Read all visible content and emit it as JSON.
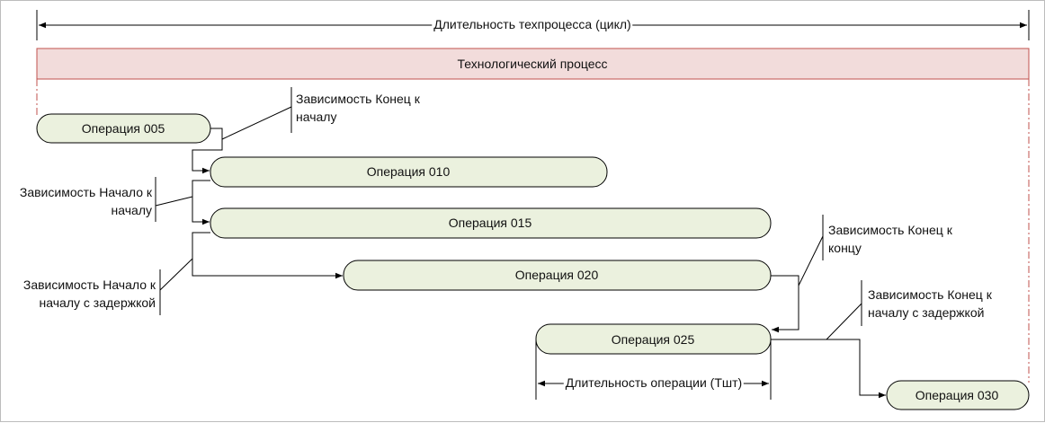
{
  "cycle_label": "Длительность техпроцесса (цикл)",
  "process_label": "Технологический процесс",
  "operations": {
    "op005": "Операция 005",
    "op010": "Операция 010",
    "op015": "Операция 015",
    "op020": "Операция 020",
    "op025": "Операция 025",
    "op030": "Операция 030"
  },
  "annotations": {
    "finish_to_start_line1": "Зависимость Конец к",
    "finish_to_start_line2": "началу",
    "start_to_start_line1": "Зависимость Начало к",
    "start_to_start_line2": "началу",
    "start_to_start_lag_line1": "Зависимость Начало к",
    "start_to_start_lag_line2": "началу с задержкой",
    "finish_to_finish_line1": "Зависимость Конец к",
    "finish_to_finish_line2": "концу",
    "finish_to_start_lag_line1": "Зависимость Конец к",
    "finish_to_start_lag_line2": "началу с задержкой"
  },
  "operation_duration_label": "Длительность операции (Тшт)",
  "colors": {
    "process_fill": "#f2dcdb",
    "process_stroke": "#c0504d",
    "operation_fill": "#ebf1de",
    "stroke": "#000000"
  }
}
